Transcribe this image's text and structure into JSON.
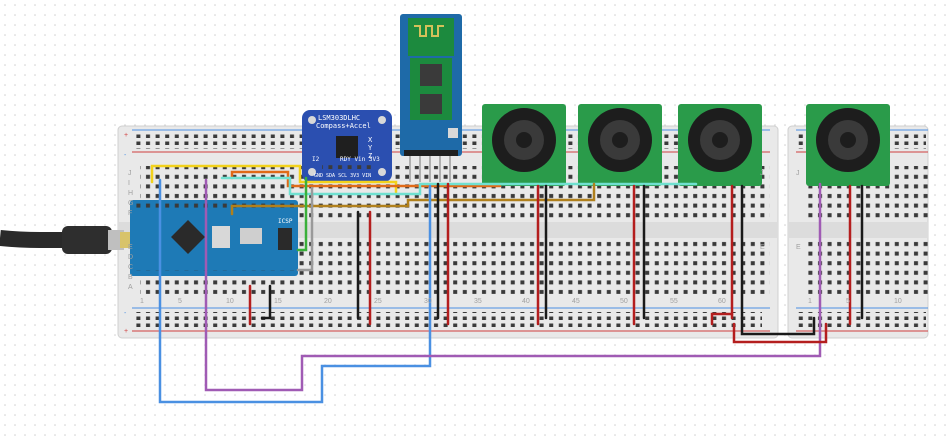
{
  "breadboard": {
    "row_letters_top": [
      "J",
      "I",
      "H",
      "G",
      "F"
    ],
    "row_letters_bottom": [
      "E",
      "D",
      "C",
      "B",
      "A"
    ],
    "column_numbers": [
      "1",
      "5",
      "10",
      "15",
      "20",
      "25",
      "30",
      "35",
      "40",
      "45",
      "50",
      "55",
      "60"
    ],
    "second_board_numbers": [
      "1",
      "5",
      "10"
    ],
    "rail_signs": [
      "+",
      "-"
    ]
  },
  "accel_board": {
    "name_line1": "LSM303DLHC",
    "name_line2": "Compass+Accel",
    "pins": "GND SDA SCL 3V3 VIN",
    "pin_short": "I2",
    "axis_x": "X",
    "axis_y": "Y",
    "axis_z": "Z",
    "row_labels": "RDY Vin 3V3"
  },
  "arduino": {
    "icsp_label": "ICSP"
  },
  "colors": {
    "board": "#e9e9e9",
    "red_wire": "#b41e1e",
    "black_wire": "#1a1a1a",
    "yellow_wire": "#f2d21c",
    "blue_wire": "#4a90e2",
    "purple_wire": "#a05bb4",
    "cyan_wire": "#6fe0d0",
    "orange_wire": "#e06a18",
    "brown_wire": "#b0801c",
    "green_wire": "#3ab03a",
    "gray_wire": "#9a9a9a",
    "sensor_pcb": "#2a9b4a",
    "bt_pcb": "#1e6aa8",
    "arduino_pcb": "#1e7ab6",
    "accel_pcb": "#2b4fb0"
  }
}
